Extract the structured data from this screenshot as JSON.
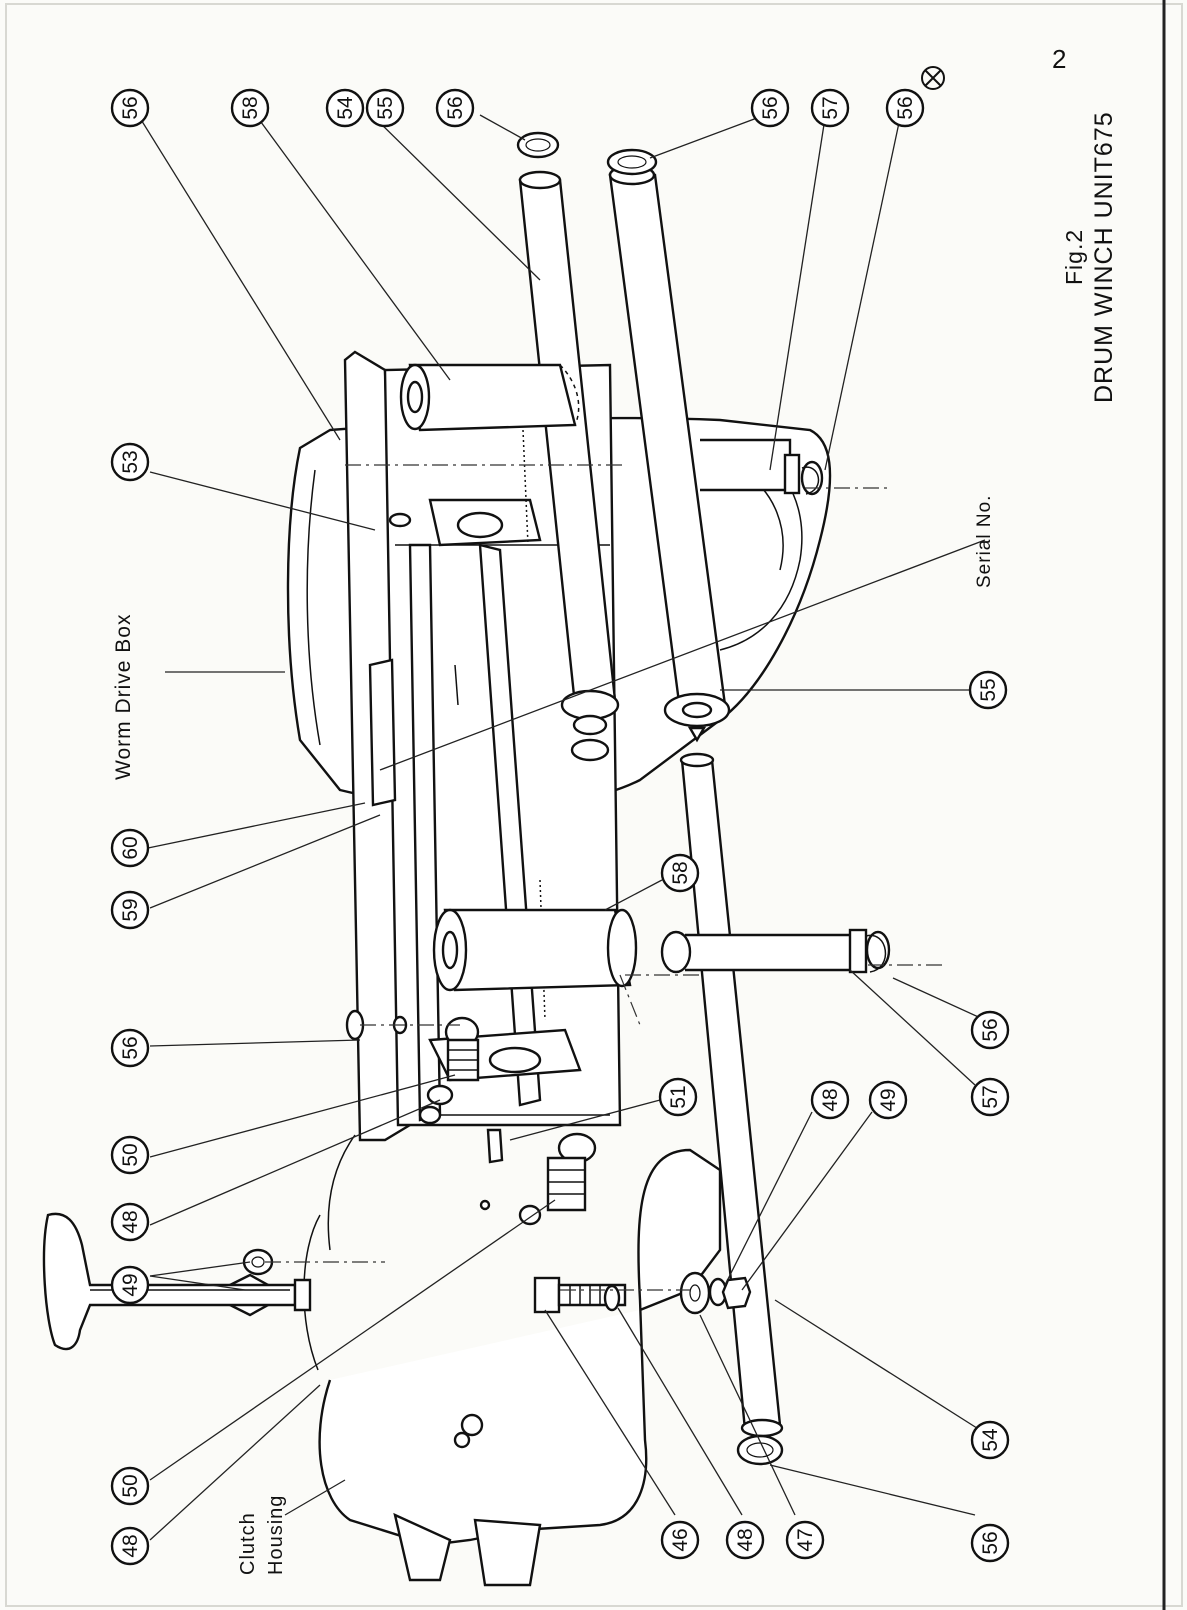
{
  "page": {
    "page_number": "2",
    "figure_label": "Fig.2",
    "figure_title": "DRUM WINCH UNIT675"
  },
  "labels": {
    "worm_drive_box": "Worm Drive Box",
    "serial_no": "Serial No.",
    "clutch": "Clutch",
    "housing": "Housing"
  },
  "callouts": {
    "c56_top_a": "56",
    "c58_top": "58",
    "c54_top": "54",
    "c55_top": "55",
    "c56_top_b": "56",
    "c56_top_c": "56",
    "c57_top": "57",
    "c56_top_d": "56",
    "c53": "53",
    "c60": "60",
    "c59": "59",
    "c56_left": "56",
    "c50_left": "50",
    "c48_left": "48",
    "c49_left": "49",
    "c50_bottom": "50",
    "c48_bottom": "48",
    "c58_mid": "58",
    "c51": "51",
    "c55_right": "55",
    "c56_right": "56",
    "c57_right": "57",
    "c48_mid": "48",
    "c49_mid": "49",
    "c46_bottom": "46",
    "c48_bottom2": "48",
    "c47_bottom": "47",
    "c54_bottom": "54",
    "c56_bottom": "56"
  }
}
